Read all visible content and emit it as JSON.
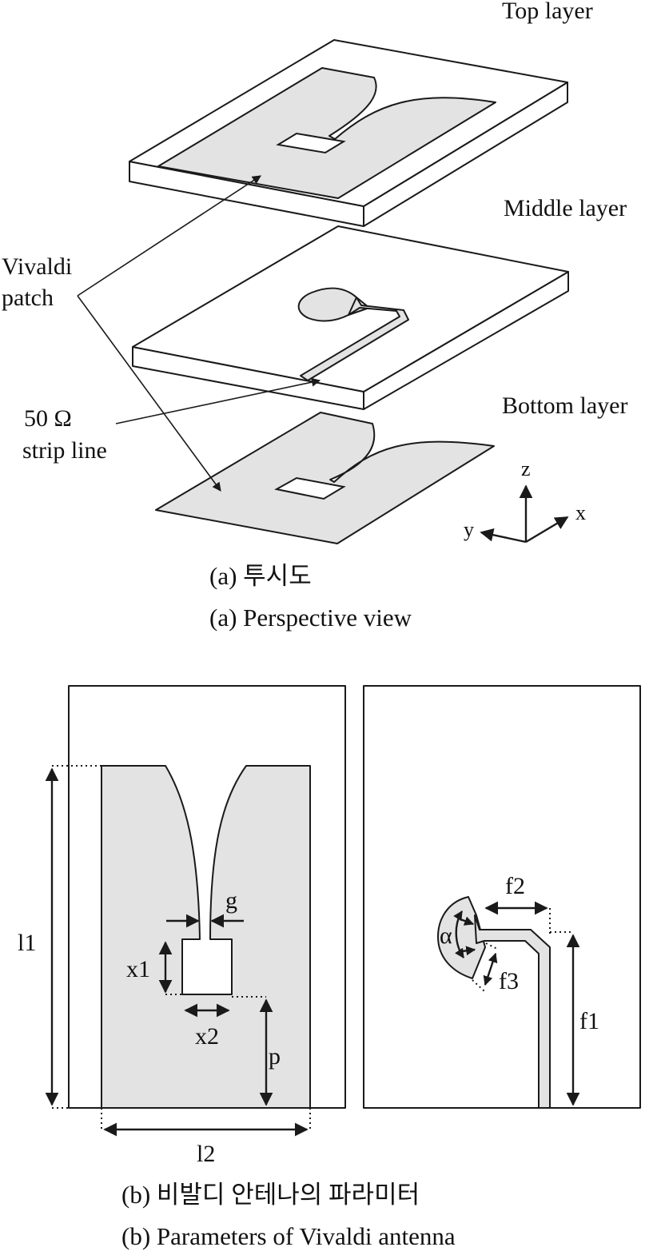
{
  "perspective": {
    "layers": {
      "top": "Top layer",
      "middle": "Middle layer",
      "bottom": "Bottom layer"
    },
    "callouts": {
      "patch_line1": "Vivaldi",
      "patch_line2": "patch",
      "strip_line1": "50 Ω",
      "strip_line2": "strip line"
    },
    "axes": {
      "z": "z",
      "x": "x",
      "y": "y"
    },
    "caption_korean": "(a) 투시도",
    "caption_english": "(a) Perspective view"
  },
  "parameters": {
    "labels": {
      "l1": "l1",
      "l2": "l2",
      "g": "g",
      "x1": "x1",
      "x2": "x2",
      "p": "p",
      "f1": "f1",
      "f2": "f2",
      "f3": "f3",
      "alpha": "α"
    },
    "caption_korean": "(b) 비발디 안테나의 파라미터",
    "caption_english": "(b) Parameters of Vivaldi antenna"
  },
  "colors": {
    "metal_fill": "#e3e3e3",
    "line": "#1a1a1a",
    "background": "#ffffff"
  }
}
